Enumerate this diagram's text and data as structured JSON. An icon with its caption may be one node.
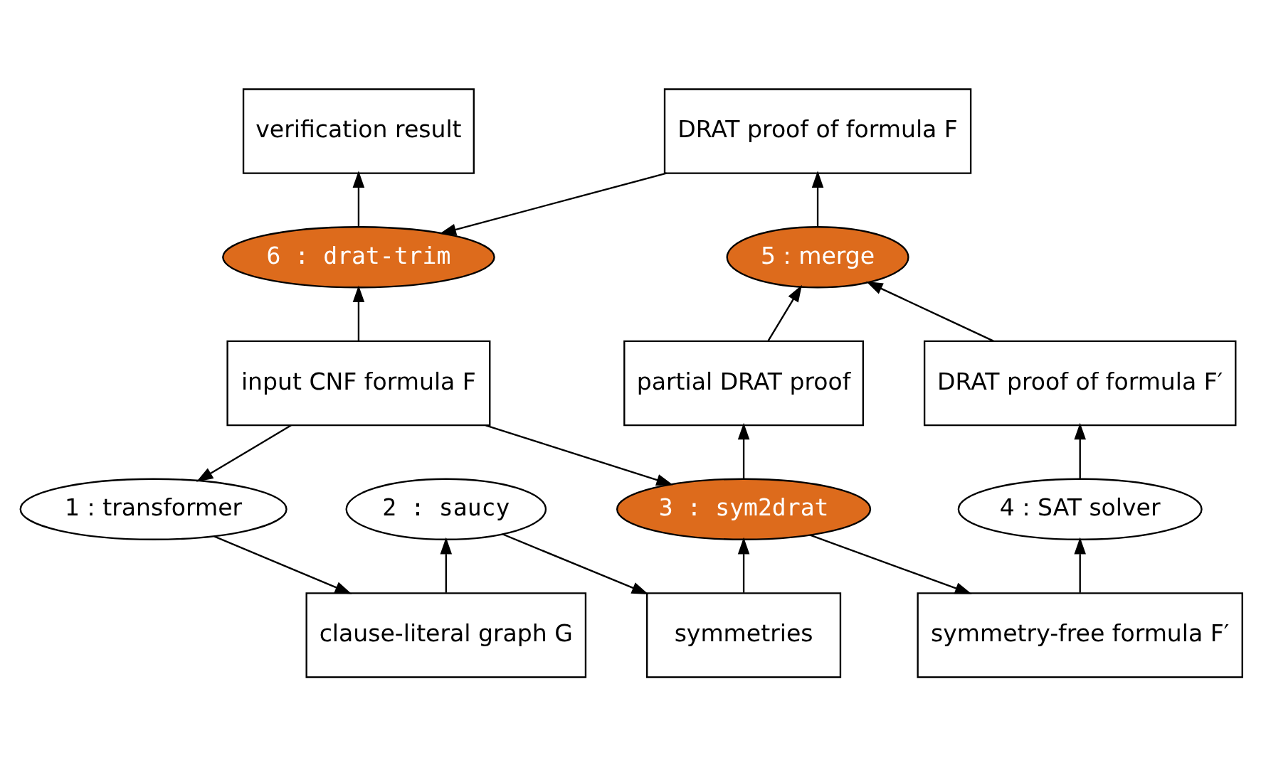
{
  "diagram": {
    "nodes": [
      {
        "text": [
          "verification result"
        ]
      },
      {
        "text": [
          "DRAT proof of formula F"
        ]
      },
      {
        "text": [
          "6 : drat-trim"
        ]
      },
      {
        "text": [
          "5 : merge"
        ]
      },
      {
        "text": [
          "input CNF formula F"
        ]
      },
      {
        "text": [
          "partial DRAT proof"
        ]
      },
      {
        "text": [
          "DRAT proof of formula F′"
        ]
      },
      {
        "text": [
          "1 : transformer"
        ]
      },
      {
        "text": [
          "2 : saucy"
        ]
      },
      {
        "text": [
          "3 : sym2drat"
        ]
      },
      {
        "text": [
          "4 : SAT solver"
        ]
      },
      {
        "text": [
          "clause-literal graph G"
        ]
      },
      {
        "text": [
          "symmetries"
        ]
      },
      {
        "text": [
          "symmetry-free formula F′"
        ]
      }
    ],
    "edges": [
      {
        "from": 4,
        "to": 2,
        "arrow": "to"
      },
      {
        "from": 2,
        "to": 0,
        "arrow": "to"
      },
      {
        "from": 1,
        "to": 2,
        "arrow": "to"
      },
      {
        "from": 3,
        "to": 1,
        "arrow": "to"
      },
      {
        "from": 5,
        "to": 3,
        "arrow": "to"
      },
      {
        "from": 6,
        "to": 3,
        "arrow": "to"
      },
      {
        "from": 4,
        "to": 7,
        "arrow": "to"
      },
      {
        "from": 7,
        "to": 11,
        "arrow": "to"
      },
      {
        "from": 11,
        "to": 8,
        "arrow": "to"
      },
      {
        "from": 8,
        "to": 12,
        "arrow": "to"
      },
      {
        "from": 12,
        "to": 9,
        "arrow": "to"
      },
      {
        "from": 4,
        "to": 9,
        "arrow": "to"
      },
      {
        "from": 9,
        "to": 5,
        "arrow": "to"
      },
      {
        "from": 9,
        "to": 13,
        "arrow": "to"
      },
      {
        "from": 13,
        "to": 10,
        "arrow": "to"
      },
      {
        "from": 10,
        "to": 6,
        "arrow": "to"
      }
    ]
  }
}
